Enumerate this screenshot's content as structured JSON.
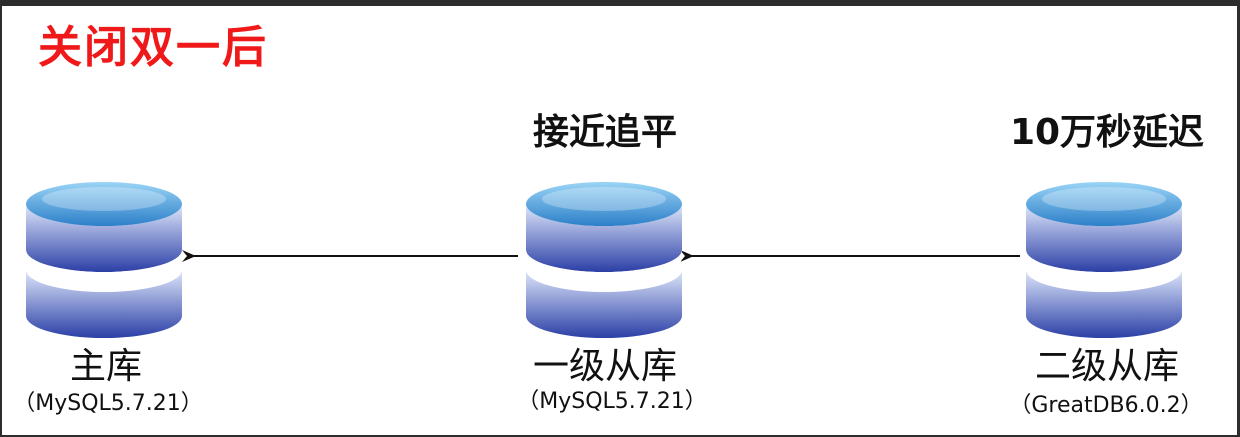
{
  "title": "关闭双一后",
  "colors": {
    "title": "#f01919",
    "db_top_light": "#9ad4f6",
    "db_top_dark": "#2c7fc8",
    "db_body_light": "#dfe8fb",
    "db_body_dark": "#2b3fa6",
    "arrow": "#111111"
  },
  "nodes": [
    {
      "id": "master",
      "icon": "database-icon",
      "status": "",
      "name": "主库",
      "version": "（MySQL5.7.21）"
    },
    {
      "id": "slave1",
      "icon": "database-icon",
      "status": "接近追平",
      "name": "一级从库",
      "version": "（MySQL5.7.21）"
    },
    {
      "id": "slave2",
      "icon": "database-icon",
      "status": "10万秒延迟",
      "name": "二级从库",
      "version": "（GreatDB6.0.2）"
    }
  ],
  "edges": [
    {
      "from": "slave1",
      "to": "master"
    },
    {
      "from": "slave2",
      "to": "slave1"
    }
  ]
}
